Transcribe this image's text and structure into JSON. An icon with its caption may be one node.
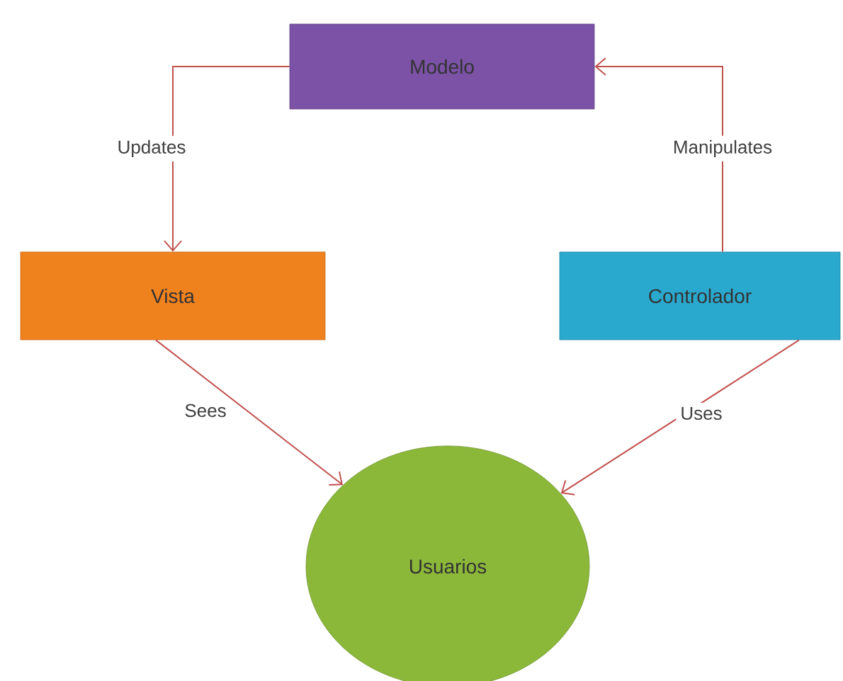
{
  "diagram": {
    "nodes": [
      {
        "text": [
          "Modelo"
        ]
      },
      {
        "text": [
          "Vista"
        ]
      },
      {
        "text": [
          "Controlador"
        ]
      },
      {
        "text": [
          "Usuarios"
        ]
      }
    ],
    "edges": [
      {
        "from": 0,
        "to": 1,
        "arrow": "to",
        "label": "Updates"
      },
      {
        "from": 2,
        "to": 0,
        "arrow": "to",
        "label": "Manipulates"
      },
      {
        "from": 1,
        "to": 3,
        "arrow": "to",
        "label": "Sees"
      },
      {
        "from": 2,
        "to": 3,
        "arrow": "to",
        "label": "Uses"
      }
    ]
  }
}
